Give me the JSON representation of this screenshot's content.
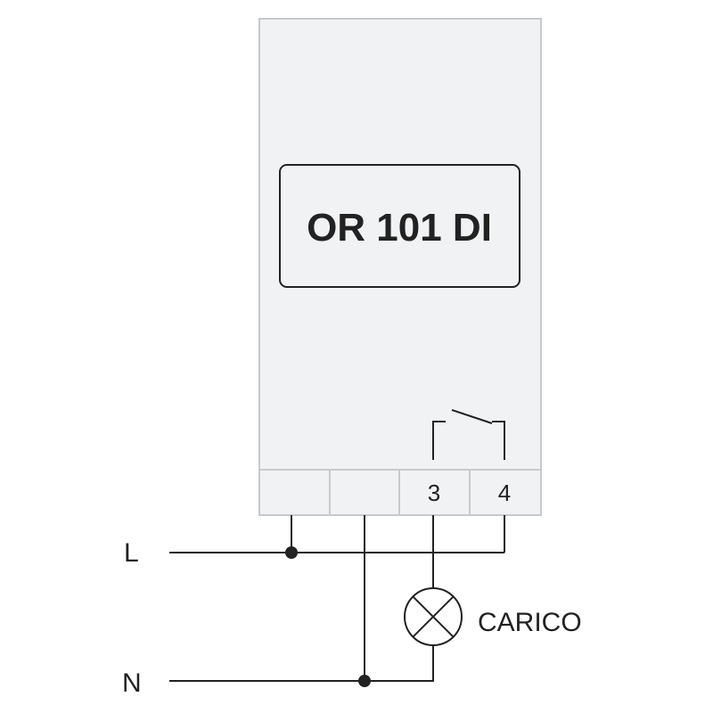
{
  "device": {
    "model_label": "OR 101 DI",
    "terminals": [
      "",
      "",
      "3",
      "4"
    ]
  },
  "wiring": {
    "line_label": "L",
    "neutral_label": "N",
    "load_label": "CARICO"
  }
}
